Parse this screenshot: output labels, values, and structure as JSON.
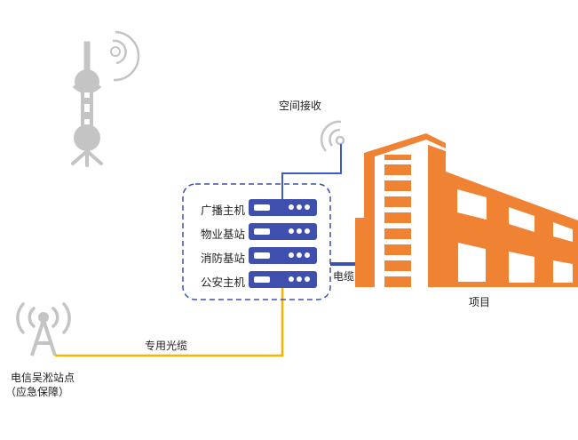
{
  "labels": {
    "space_receive": "空间接收",
    "cable": "电缆",
    "fiber": "专用光缆",
    "project": "项目",
    "station_line1": "电信吴淞站点",
    "station_line2": "（应急保障）"
  },
  "servers": [
    "广播主机",
    "物业基站",
    "消防基站",
    "公安主机"
  ],
  "colors": {
    "server": "#3f4fae",
    "fiber": "#f7b500",
    "building": "#ef8233",
    "icon_gray": "#c4c4c4"
  }
}
